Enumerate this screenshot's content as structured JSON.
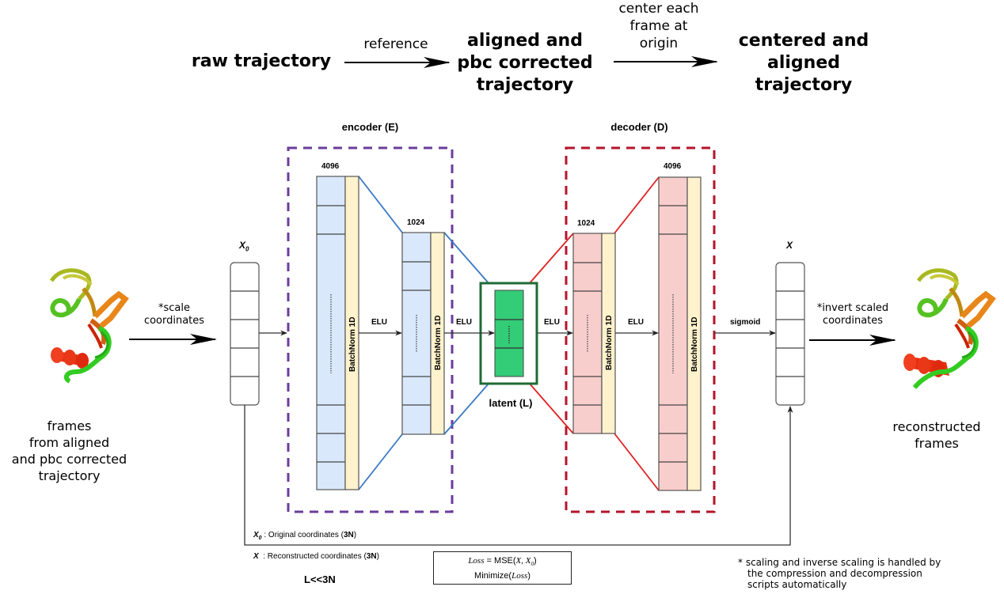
{
  "pipeline": {
    "stages": [
      {
        "label": "raw trajectory"
      },
      {
        "label": "aligned and pbc corrected trajectory",
        "lines": [
          "aligned and",
          "pbc corrected",
          "trajectory"
        ]
      },
      {
        "label": "centered and aligned trajectory",
        "lines": [
          "centered and",
          "aligned",
          "trajectory"
        ]
      }
    ],
    "transitions": [
      {
        "label": "reference"
      },
      {
        "label": "center each frame at origin",
        "lines": [
          "center each",
          "frame at",
          "origin"
        ]
      }
    ]
  },
  "network": {
    "encoder": {
      "title": "encoder (E)",
      "color": "#6a3d9a",
      "layers": [
        {
          "size_label": "4096",
          "norm_label": "BatchNorm 1D"
        },
        {
          "size_label": "1024",
          "norm_label": "BatchNorm 1D"
        }
      ],
      "fill": "#dae8fc",
      "edge_color": "#3a78c2"
    },
    "latent": {
      "title": "latent (L)",
      "fill": "#33cc77",
      "border": "#1f6b35"
    },
    "decoder": {
      "title": "decoder (D)",
      "color": "#b5142b",
      "layers": [
        {
          "size_label": "1024",
          "norm_label": "BatchNorm 1D"
        },
        {
          "size_label": "4096",
          "norm_label": "BatchNorm 1D"
        }
      ],
      "fill": "#f8cecc",
      "edge_color": "#e02020"
    },
    "norm_fill": "#fff2cc",
    "activations": [
      "ELU",
      "ELU",
      "ELU",
      "ELU",
      "sigmoid"
    ],
    "input_label": "X",
    "input_subscript": "0",
    "output_label": "X"
  },
  "left": {
    "arrow_label": [
      "*scale",
      "coordinates"
    ],
    "caption": [
      "frames",
      "from aligned",
      "and pbc corrected",
      "trajectory"
    ]
  },
  "right": {
    "arrow_label": [
      "*invert scaled",
      "coordinates"
    ],
    "caption": [
      "reconstructed",
      "frames"
    ]
  },
  "legend": {
    "x0_symbol": "X",
    "x0_sub": "0",
    "x0_text": " : Original coordinates (",
    "x0_bold": "3N",
    "x0_end": ")",
    "x_symbol": "X",
    "x_text": "  : Reconstructed coordinates (",
    "x_bold": "3N",
    "x_end": ")",
    "constraint": "L<<3N"
  },
  "loss": {
    "line1_italic": "Loss",
    "line1_rest": " = MSE(",
    "line1_args": "X, X",
    "line1_sub": "0",
    "line1_end": ")",
    "line2_pre": "Minimize(",
    "line2_italic": "Loss",
    "line2_end": ")"
  },
  "footnote": {
    "lines": [
      "* scaling and inverse scaling is handled by",
      "the compression and decompression",
      "scripts automatically"
    ]
  }
}
